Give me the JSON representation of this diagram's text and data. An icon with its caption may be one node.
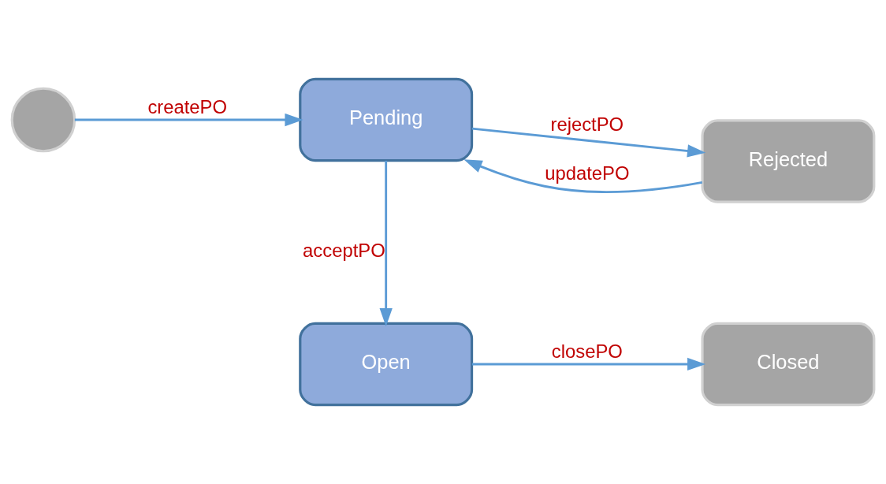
{
  "diagram": {
    "nodes": [
      {
        "text": [],
        "shape": "circle"
      },
      {
        "text": [
          "Pending"
        ]
      },
      {
        "text": [
          "Rejected"
        ]
      },
      {
        "text": [
          "Open"
        ]
      },
      {
        "text": [
          "Closed"
        ]
      }
    ],
    "edges": [
      {
        "from": 0,
        "to": 1,
        "arrow": "to",
        "label": "createPO"
      },
      {
        "from": 1,
        "to": 2,
        "arrow": "to",
        "label": "rejectPO"
      },
      {
        "from": 2,
        "to": 1,
        "arrow": "to",
        "label": "updatePO"
      },
      {
        "from": 1,
        "to": 3,
        "arrow": "to",
        "label": "acceptPO"
      },
      {
        "from": 3,
        "to": 4,
        "arrow": "to",
        "label": "closePO"
      }
    ]
  }
}
